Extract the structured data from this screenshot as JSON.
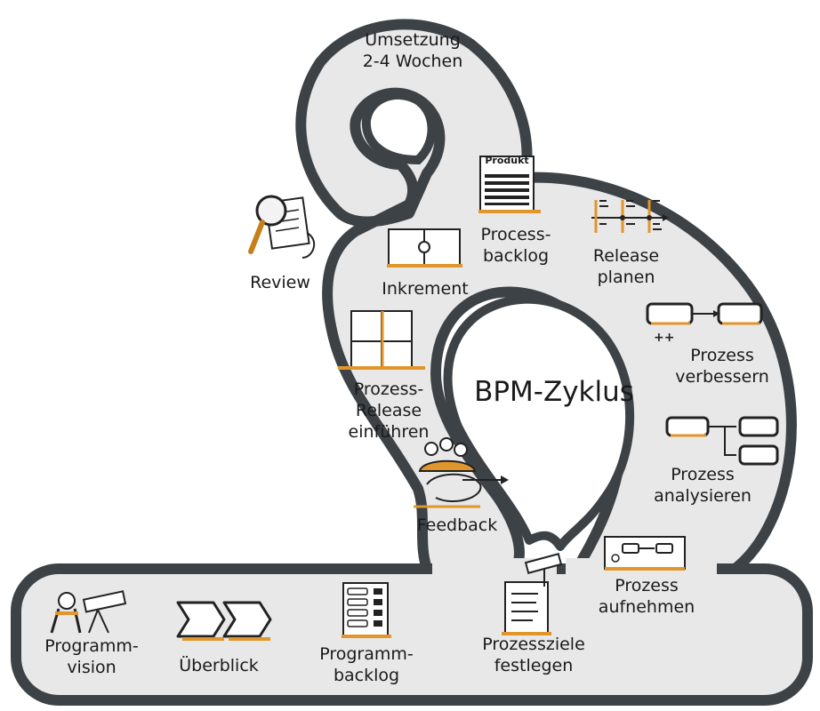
{
  "diagram": {
    "title": "BPM-Zyklus",
    "top_cycle": {
      "line1": "Umsetzung",
      "line2": "2-4 Wochen"
    },
    "labels": {
      "review": "Review",
      "inkrement": "Inkrement",
      "process_backlog": {
        "line1": "Process-",
        "line2": "backlog"
      },
      "release_planen": {
        "line1": "Release",
        "line2": "planen"
      },
      "prozess_verbessern": {
        "line1": "Prozess",
        "line2": "verbessern"
      },
      "prozess_release": {
        "line1": "Prozess-",
        "line2": "Release",
        "line3": "einführen"
      },
      "prozess_analysieren": {
        "line1": "Prozess",
        "line2": "analysieren"
      },
      "feedback": "Feedback",
      "prozess_aufnehmen": {
        "line1": "Prozess",
        "line2": "aufnehmen"
      },
      "prozessziele": {
        "line1": "Prozessziele",
        "line2": "festlegen"
      },
      "programm_backlog": {
        "line1": "Programm-",
        "line2": "backlog"
      },
      "ueberblick": "Überblick",
      "programm_vision": {
        "line1": "Programm-",
        "line2": "vision"
      }
    },
    "icon_text": {
      "produkt": "Produkt"
    },
    "colors": {
      "outline": "#3d4247",
      "fill": "#e8e8e8",
      "accent": "#e0962a",
      "ink": "#1a1a1a"
    }
  }
}
